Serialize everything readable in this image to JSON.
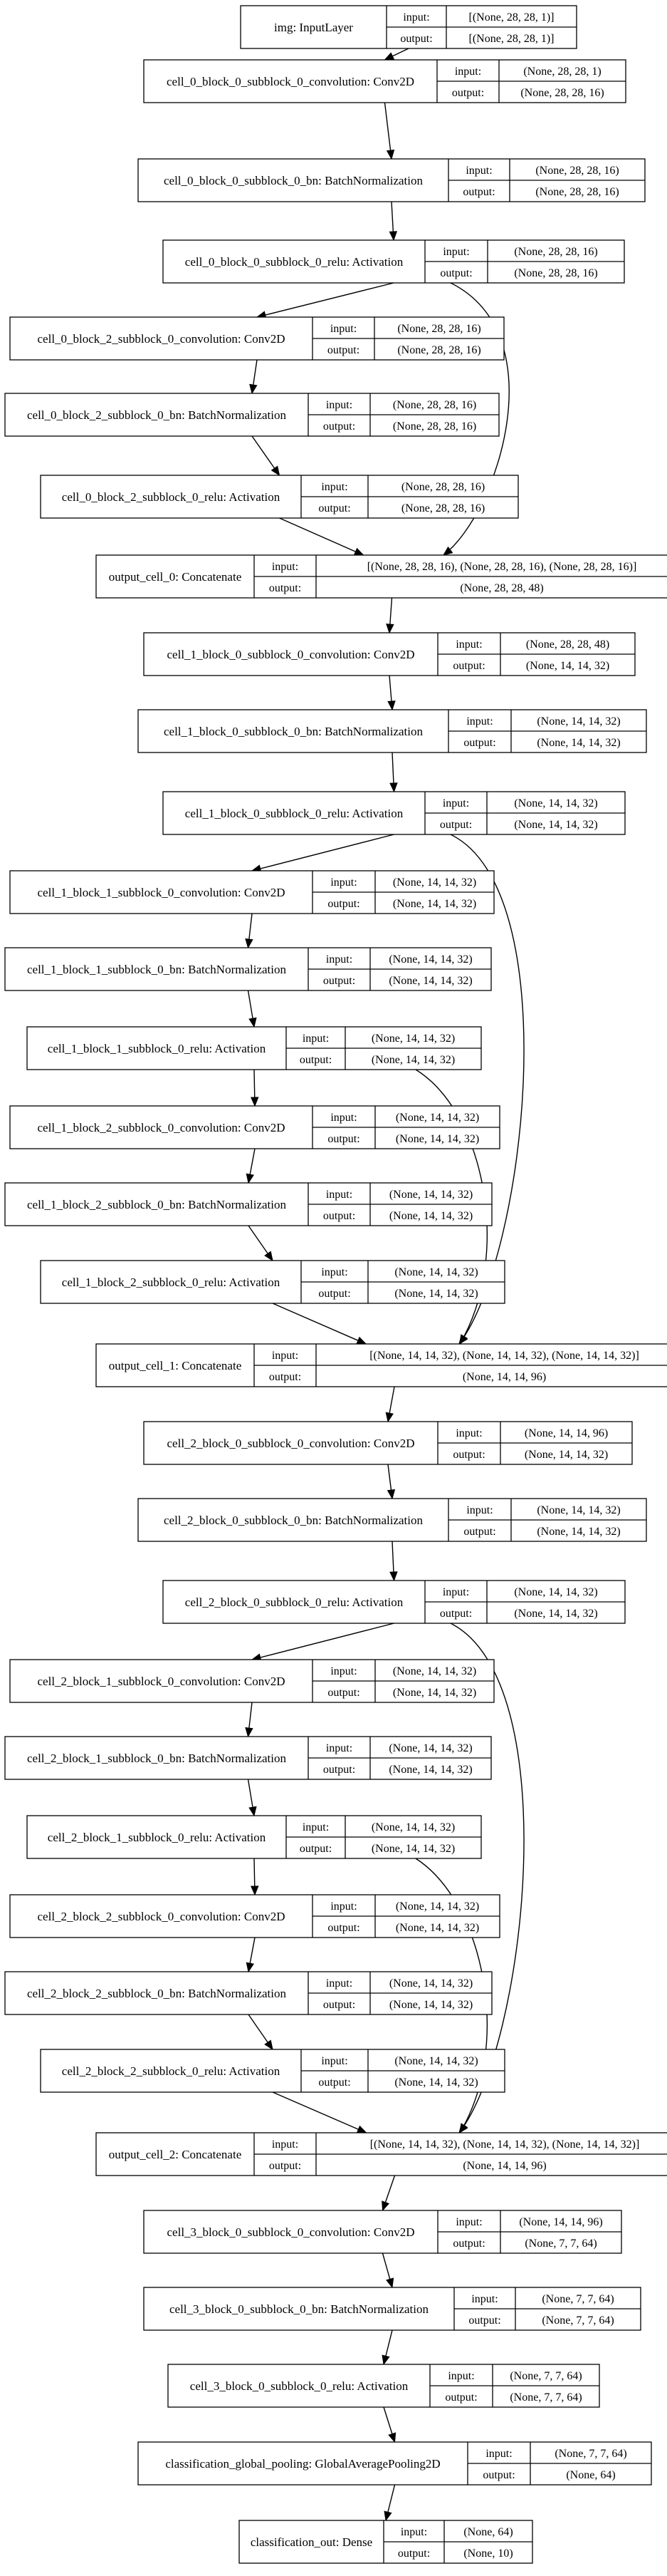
{
  "labels": {
    "input": "input:",
    "output": "output:"
  },
  "nodes": [
    {
      "id": "img",
      "name": "img: InputLayer",
      "input": "[(None, 28, 28, 1)]",
      "output": "[(None, 28, 28, 1)]"
    },
    {
      "id": "c0b0conv",
      "name": "cell_0_block_0_subblock_0_convolution: Conv2D",
      "input": "(None, 28, 28, 1)",
      "output": "(None, 28, 28, 16)"
    },
    {
      "id": "c0b0bn",
      "name": "cell_0_block_0_subblock_0_bn: BatchNormalization",
      "input": "(None, 28, 28, 16)",
      "output": "(None, 28, 28, 16)"
    },
    {
      "id": "c0b0relu",
      "name": "cell_0_block_0_subblock_0_relu: Activation",
      "input": "(None, 28, 28, 16)",
      "output": "(None, 28, 28, 16)"
    },
    {
      "id": "c0b2conv",
      "name": "cell_0_block_2_subblock_0_convolution: Conv2D",
      "input": "(None, 28, 28, 16)",
      "output": "(None, 28, 28, 16)"
    },
    {
      "id": "c0b2bn",
      "name": "cell_0_block_2_subblock_0_bn: BatchNormalization",
      "input": "(None, 28, 28, 16)",
      "output": "(None, 28, 28, 16)"
    },
    {
      "id": "c0b2relu",
      "name": "cell_0_block_2_subblock_0_relu: Activation",
      "input": "(None, 28, 28, 16)",
      "output": "(None, 28, 28, 16)"
    },
    {
      "id": "out0",
      "name": "output_cell_0: Concatenate",
      "input": "[(None, 28, 28, 16), (None, 28, 28, 16), (None, 28, 28, 16)]",
      "output": "(None, 28, 28, 48)"
    },
    {
      "id": "c1b0conv",
      "name": "cell_1_block_0_subblock_0_convolution: Conv2D",
      "input": "(None, 28, 28, 48)",
      "output": "(None, 14, 14, 32)"
    },
    {
      "id": "c1b0bn",
      "name": "cell_1_block_0_subblock_0_bn: BatchNormalization",
      "input": "(None, 14, 14, 32)",
      "output": "(None, 14, 14, 32)"
    },
    {
      "id": "c1b0relu",
      "name": "cell_1_block_0_subblock_0_relu: Activation",
      "input": "(None, 14, 14, 32)",
      "output": "(None, 14, 14, 32)"
    },
    {
      "id": "c1b1conv",
      "name": "cell_1_block_1_subblock_0_convolution: Conv2D",
      "input": "(None, 14, 14, 32)",
      "output": "(None, 14, 14, 32)"
    },
    {
      "id": "c1b1bn",
      "name": "cell_1_block_1_subblock_0_bn: BatchNormalization",
      "input": "(None, 14, 14, 32)",
      "output": "(None, 14, 14, 32)"
    },
    {
      "id": "c1b1relu",
      "name": "cell_1_block_1_subblock_0_relu: Activation",
      "input": "(None, 14, 14, 32)",
      "output": "(None, 14, 14, 32)"
    },
    {
      "id": "c1b2conv",
      "name": "cell_1_block_2_subblock_0_convolution: Conv2D",
      "input": "(None, 14, 14, 32)",
      "output": "(None, 14, 14, 32)"
    },
    {
      "id": "c1b2bn",
      "name": "cell_1_block_2_subblock_0_bn: BatchNormalization",
      "input": "(None, 14, 14, 32)",
      "output": "(None, 14, 14, 32)"
    },
    {
      "id": "c1b2relu",
      "name": "cell_1_block_2_subblock_0_relu: Activation",
      "input": "(None, 14, 14, 32)",
      "output": "(None, 14, 14, 32)"
    },
    {
      "id": "out1",
      "name": "output_cell_1: Concatenate",
      "input": "[(None, 14, 14, 32), (None, 14, 14, 32), (None, 14, 14, 32)]",
      "output": "(None, 14, 14, 96)"
    },
    {
      "id": "c2b0conv",
      "name": "cell_2_block_0_subblock_0_convolution: Conv2D",
      "input": "(None, 14, 14, 96)",
      "output": "(None, 14, 14, 32)"
    },
    {
      "id": "c2b0bn",
      "name": "cell_2_block_0_subblock_0_bn: BatchNormalization",
      "input": "(None, 14, 14, 32)",
      "output": "(None, 14, 14, 32)"
    },
    {
      "id": "c2b0relu",
      "name": "cell_2_block_0_subblock_0_relu: Activation",
      "input": "(None, 14, 14, 32)",
      "output": "(None, 14, 14, 32)"
    },
    {
      "id": "c2b1conv",
      "name": "cell_2_block_1_subblock_0_convolution: Conv2D",
      "input": "(None, 14, 14, 32)",
      "output": "(None, 14, 14, 32)"
    },
    {
      "id": "c2b1bn",
      "name": "cell_2_block_1_subblock_0_bn: BatchNormalization",
      "input": "(None, 14, 14, 32)",
      "output": "(None, 14, 14, 32)"
    },
    {
      "id": "c2b1relu",
      "name": "cell_2_block_1_subblock_0_relu: Activation",
      "input": "(None, 14, 14, 32)",
      "output": "(None, 14, 14, 32)"
    },
    {
      "id": "c2b2conv",
      "name": "cell_2_block_2_subblock_0_convolution: Conv2D",
      "input": "(None, 14, 14, 32)",
      "output": "(None, 14, 14, 32)"
    },
    {
      "id": "c2b2bn",
      "name": "cell_2_block_2_subblock_0_bn: BatchNormalization",
      "input": "(None, 14, 14, 32)",
      "output": "(None, 14, 14, 32)"
    },
    {
      "id": "c2b2relu",
      "name": "cell_2_block_2_subblock_0_relu: Activation",
      "input": "(None, 14, 14, 32)",
      "output": "(None, 14, 14, 32)"
    },
    {
      "id": "out2",
      "name": "output_cell_2: Concatenate",
      "input": "[(None, 14, 14, 32), (None, 14, 14, 32), (None, 14, 14, 32)]",
      "output": "(None, 14, 14, 96)"
    },
    {
      "id": "c3b0conv",
      "name": "cell_3_block_0_subblock_0_convolution: Conv2D",
      "input": "(None, 14, 14, 96)",
      "output": "(None, 7, 7, 64)"
    },
    {
      "id": "c3b0bn",
      "name": "cell_3_block_0_subblock_0_bn: BatchNormalization",
      "input": "(None, 7, 7, 64)",
      "output": "(None, 7, 7, 64)"
    },
    {
      "id": "c3b0relu",
      "name": "cell_3_block_0_subblock_0_relu: Activation",
      "input": "(None, 7, 7, 64)",
      "output": "(None, 7, 7, 64)"
    },
    {
      "id": "gap",
      "name": "classification_global_pooling: GlobalAveragePooling2D",
      "input": "(None, 7, 7, 64)",
      "output": "(None, 64)"
    },
    {
      "id": "dense",
      "name": "classification_out: Dense",
      "input": "(None, 64)",
      "output": "(None, 10)"
    }
  ],
  "edges": [
    [
      "img",
      "c0b0conv"
    ],
    [
      "c0b0conv",
      "c0b0bn"
    ],
    [
      "c0b0bn",
      "c0b0relu"
    ],
    [
      "c0b0relu",
      "c0b2conv"
    ],
    [
      "c0b2conv",
      "c0b2bn"
    ],
    [
      "c0b2bn",
      "c0b2relu"
    ],
    [
      "c0b2relu",
      "out0"
    ],
    [
      "c0b0relu",
      "out0"
    ],
    [
      "out0",
      "c1b0conv"
    ],
    [
      "c1b0conv",
      "c1b0bn"
    ],
    [
      "c1b0bn",
      "c1b0relu"
    ],
    [
      "c1b0relu",
      "c1b1conv"
    ],
    [
      "c1b1conv",
      "c1b1bn"
    ],
    [
      "c1b1bn",
      "c1b1relu"
    ],
    [
      "c1b1relu",
      "c1b2conv"
    ],
    [
      "c1b2conv",
      "c1b2bn"
    ],
    [
      "c1b2bn",
      "c1b2relu"
    ],
    [
      "c1b2relu",
      "out1"
    ],
    [
      "c1b1relu",
      "out1"
    ],
    [
      "c1b0relu",
      "out1"
    ],
    [
      "out1",
      "c2b0conv"
    ],
    [
      "c2b0conv",
      "c2b0bn"
    ],
    [
      "c2b0bn",
      "c2b0relu"
    ],
    [
      "c2b0relu",
      "c2b1conv"
    ],
    [
      "c2b1conv",
      "c2b1bn"
    ],
    [
      "c2b1bn",
      "c2b1relu"
    ],
    [
      "c2b1relu",
      "c2b2conv"
    ],
    [
      "c2b2conv",
      "c2b2bn"
    ],
    [
      "c2b2bn",
      "c2b2relu"
    ],
    [
      "c2b2relu",
      "out2"
    ],
    [
      "c2b1relu",
      "out2"
    ],
    [
      "c2b0relu",
      "out2"
    ],
    [
      "out2",
      "c3b0conv"
    ],
    [
      "c3b0conv",
      "c3b0bn"
    ],
    [
      "c3b0bn",
      "c3b0relu"
    ],
    [
      "c3b0relu",
      "gap"
    ],
    [
      "gap",
      "dense"
    ]
  ]
}
